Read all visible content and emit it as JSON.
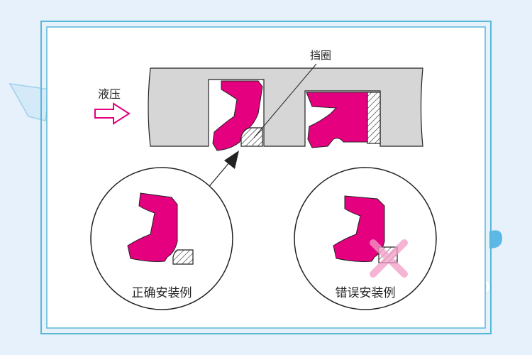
{
  "labels": {
    "hydraulic_pressure": "液压",
    "retaining_ring": "挡圈",
    "correct_example": "正确安装例",
    "wrong_example": "错误安装例"
  },
  "colors": {
    "page_background": "#e6f1fb",
    "frame_border": "#58b8d8",
    "panel_background": "#ffffff",
    "housing_gray": "#d6d6d6",
    "seal_magenta": "#e4007f",
    "arrow_magenta": "#e4007f",
    "wrong_cross_pink": "#f39cc8",
    "outline": "#222222"
  },
  "icons": {
    "pressure_arrow": "hollow-right-arrow-icon",
    "pointer_arrow": "up-right-arrow-icon",
    "wrong_mark": "cross-icon"
  }
}
